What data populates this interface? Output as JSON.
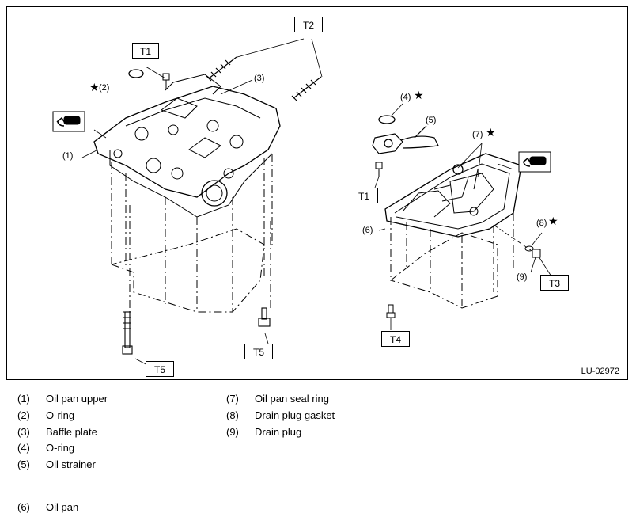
{
  "figure": {
    "ref_code": "LU-02972",
    "torque_tags": {
      "t1_left": "T1",
      "t2": "T2",
      "t1_right": "T1",
      "t3": "T3",
      "t4": "T4",
      "t5_left": "T5",
      "t5_mid": "T5"
    },
    "callouts": {
      "c1": "(1)",
      "c2": "(2)",
      "c3": "(3)",
      "c4": "(4)",
      "c5": "(5)",
      "c6": "(6)",
      "c7": "(7)",
      "c8": "(8)",
      "c9": "(9)"
    },
    "star": "★",
    "icons": [
      "sealant-icon-left",
      "sealant-icon-right"
    ]
  },
  "legend": [
    {
      "num": "(1)",
      "label": "Oil pan upper"
    },
    {
      "num": "(2)",
      "label": "O-ring"
    },
    {
      "num": "(3)",
      "label": "Baffle plate"
    },
    {
      "num": "(4)",
      "label": "O-ring"
    },
    {
      "num": "(5)",
      "label": "Oil strainer"
    },
    {
      "num": "(6)",
      "label": "Oil pan"
    },
    {
      "num": "(7)",
      "label": "Oil pan seal ring"
    },
    {
      "num": "(8)",
      "label": "Drain plug gasket"
    },
    {
      "num": "(9)",
      "label": "Drain plug"
    }
  ]
}
